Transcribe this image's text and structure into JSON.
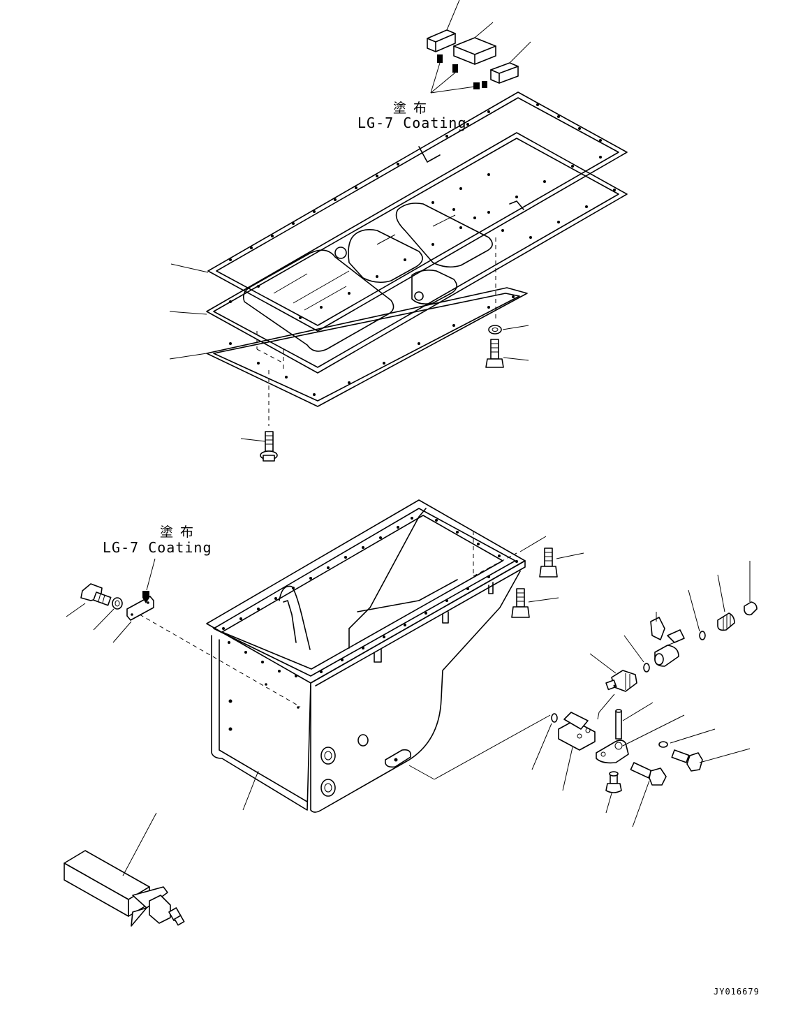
{
  "annotations": {
    "top_coating_jp": "塗布",
    "top_coating_en": "LG-7 Coating",
    "mid_coating_jp": "塗布",
    "mid_coating_en": "LG-7 Coating"
  },
  "drawing_code": "JY016679"
}
